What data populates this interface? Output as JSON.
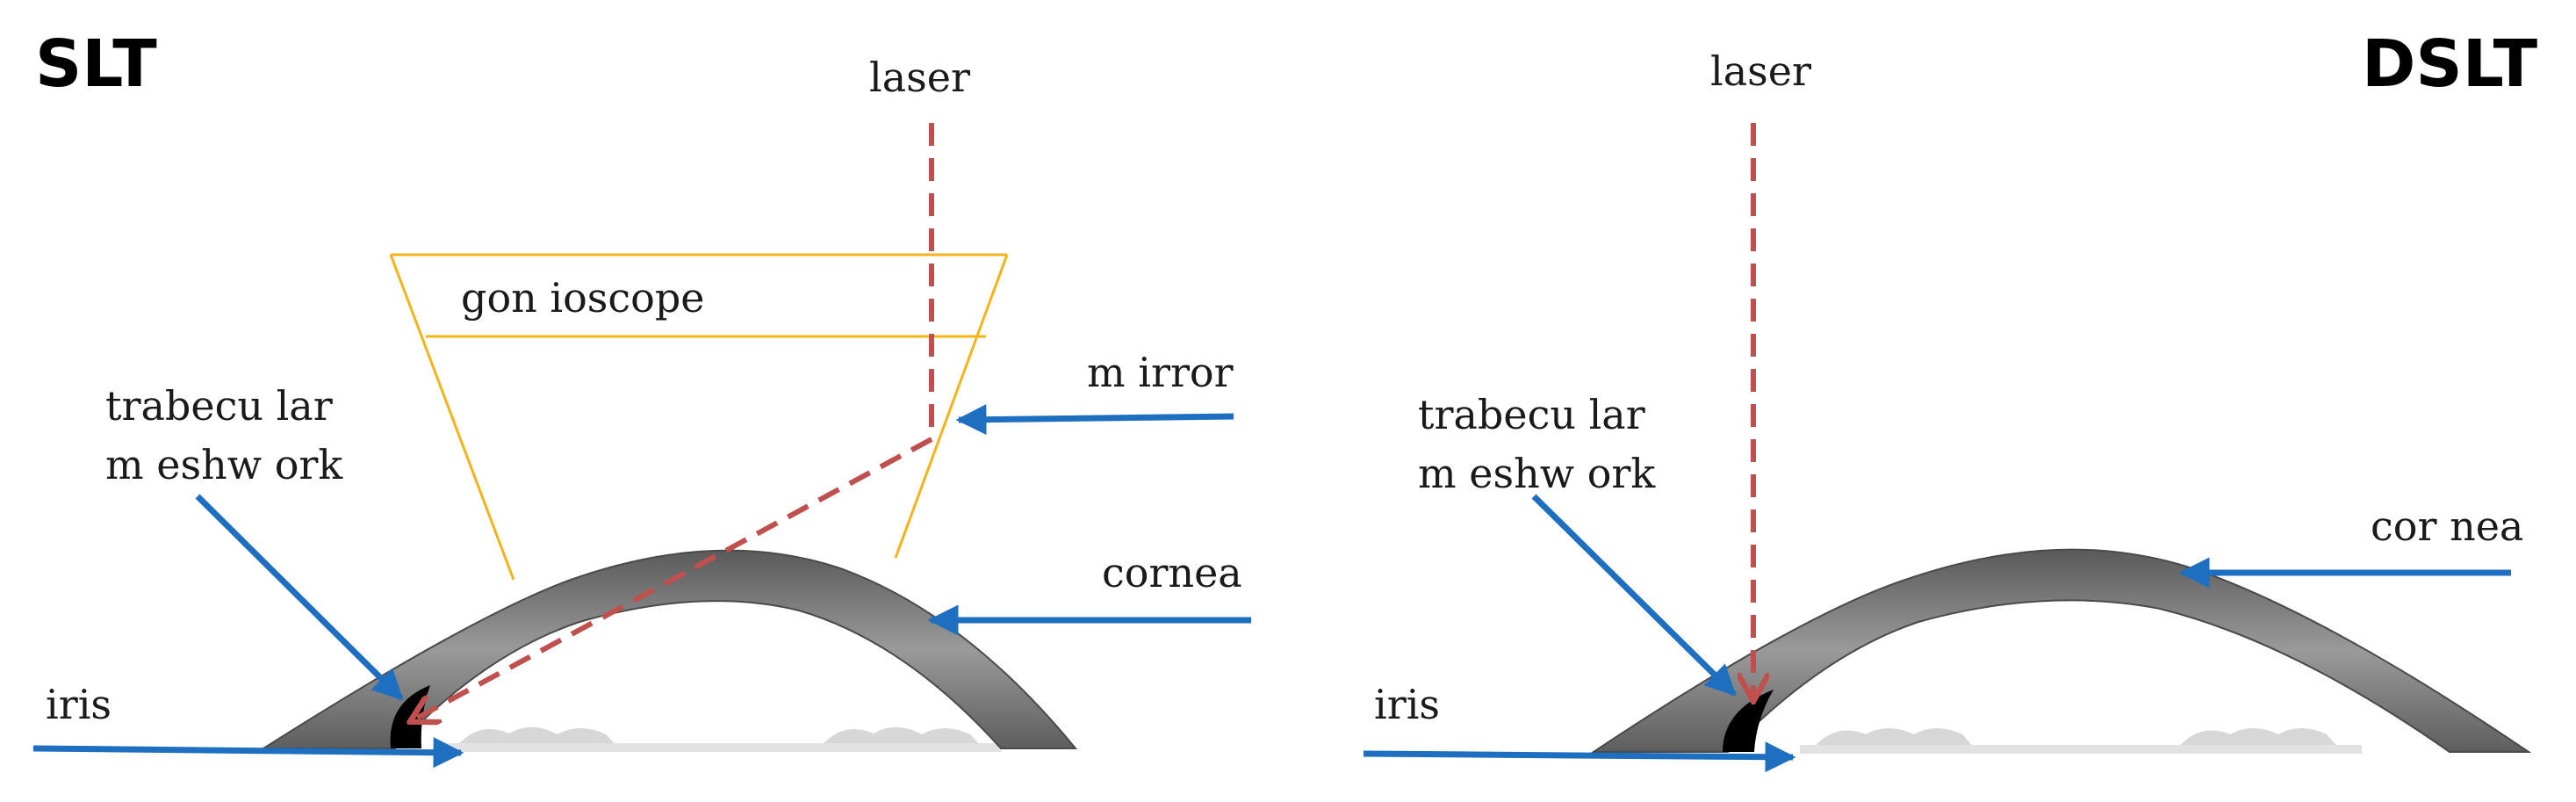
{
  "left_panel": {
    "title": "SLT",
    "laser_label": "laser",
    "gonioscope_label": "gon ioscope",
    "mirror_label": "m irror",
    "trabecular_label_line1": "trabecu lar",
    "trabecular_label_line2": "m eshw ork",
    "cornea_label": "cornea",
    "iris_label": "iris"
  },
  "right_panel": {
    "title": "DSLT",
    "laser_label": "laser",
    "trabecular_label_line1": "trabecu lar",
    "trabecular_label_line2": "m eshw ork",
    "cornea_label": "cor nea",
    "iris_label": "iris"
  },
  "colors": {
    "laser": "#c0504d",
    "pointer_arrow": "#1f6fc1",
    "gonioscope": "#f5b31a",
    "cornea": "#7a7a7a",
    "trabecular_meshwork": "#000000",
    "iris_shadow": "#d4d4d4"
  }
}
